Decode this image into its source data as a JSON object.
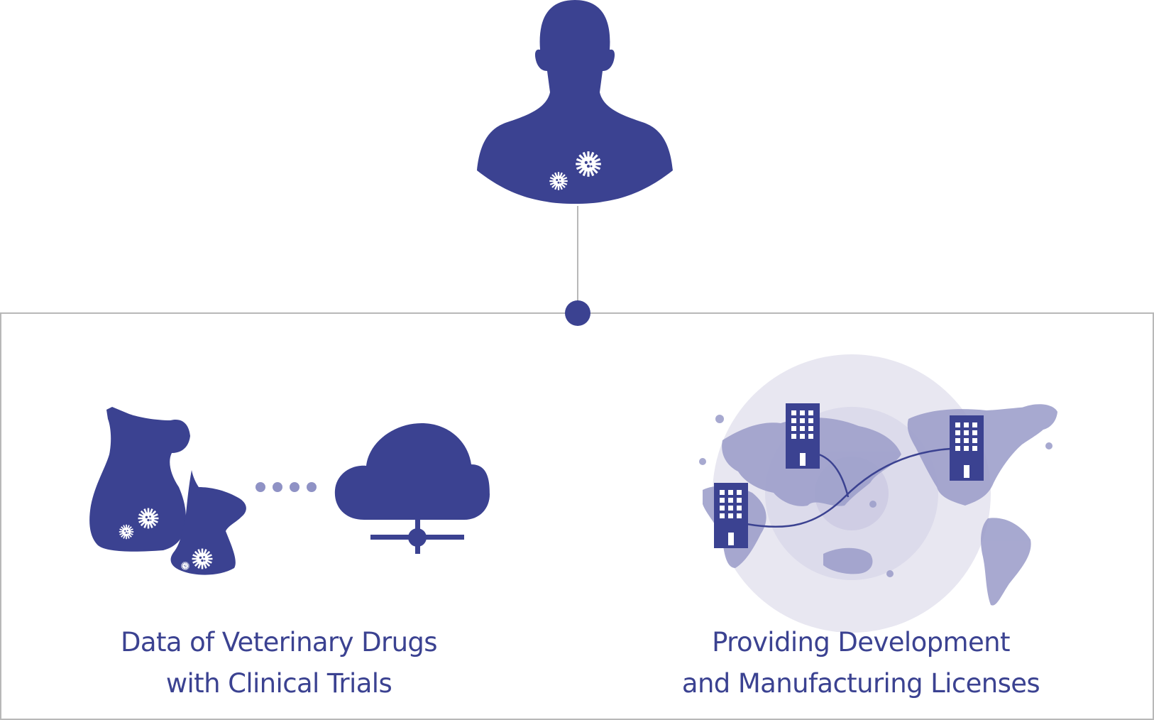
{
  "colors": {
    "primary": "#3b4291",
    "light": "#9ea0cb",
    "dot": "#8f92c5",
    "line": "#b8b8b8",
    "halo": "#e8e7f1"
  },
  "icons": {
    "person": "human-bust-icon",
    "pets": "dog-and-cat-icon",
    "cloud": "cloud-network-icon",
    "world": "world-map-with-buildings-icon"
  },
  "captions": {
    "left": {
      "line1": "Data of Veterinary Drugs",
      "line2": "with Clinical Trials"
    },
    "right": {
      "line1": "Providing Development",
      "line2": "and Manufacturing Licenses"
    }
  }
}
